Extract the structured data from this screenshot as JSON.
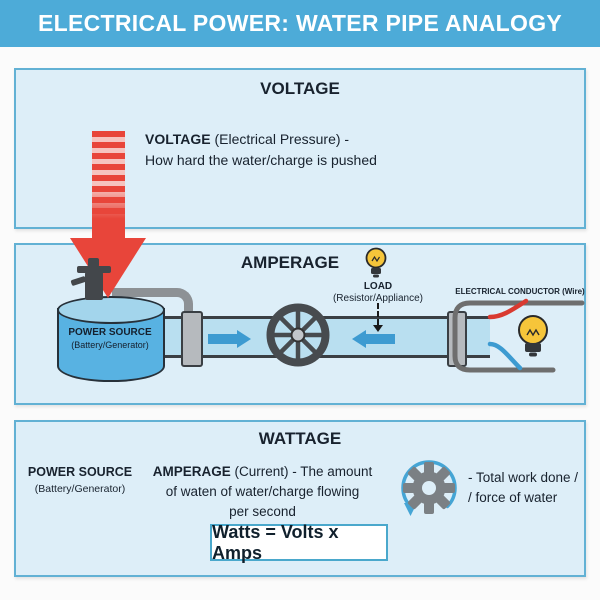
{
  "header": {
    "title": "ELECTRICAL POWER: WATER PIPE ANALOGY"
  },
  "voltage_panel": {
    "title": "VOLTAGE",
    "term": "VOLTAGE",
    "term_rest": "(Electrical Pressure) -",
    "line2": "How hard the water/charge is pushed"
  },
  "amperage_panel": {
    "title": "AMPERAGE",
    "load_label": "LOAD",
    "load_sublabel": "(Resistor/Appliance)",
    "conductor_label": "ELECTRICAL CONDUCTOR (Wire)",
    "tank_label1": "POWER SOURCE",
    "tank_label2": "(Battery/Generator)"
  },
  "wattage_panel": {
    "title": "WATTAGE",
    "power_label1": "POWER SOURCE",
    "power_label2": "(Battery/Generator)",
    "amperage_term": "AMPERAGE",
    "amperage_rest": "(Current) - The amount",
    "amperage_line2": "of waten of water/charge flowing",
    "amperage_line3": "per second",
    "work_line1": "- Total work done /",
    "work_line2": "/ force of water",
    "formula": "Watts = Volts x Amps"
  },
  "colors": {
    "header_bg": "#4dabd8",
    "panel_bg": "#ddeef8",
    "panel_border": "#62b1d4",
    "accent_red": "#e8453a",
    "flow_blue": "#3d9bd1",
    "pipe_fill": "#b9dff0",
    "tank_fill": "#58b2e2",
    "bulb_yellow": "#f6c53a",
    "metal_gray": "#b6babe",
    "dark_gray": "#43474b",
    "text_dark": "#18222e"
  }
}
